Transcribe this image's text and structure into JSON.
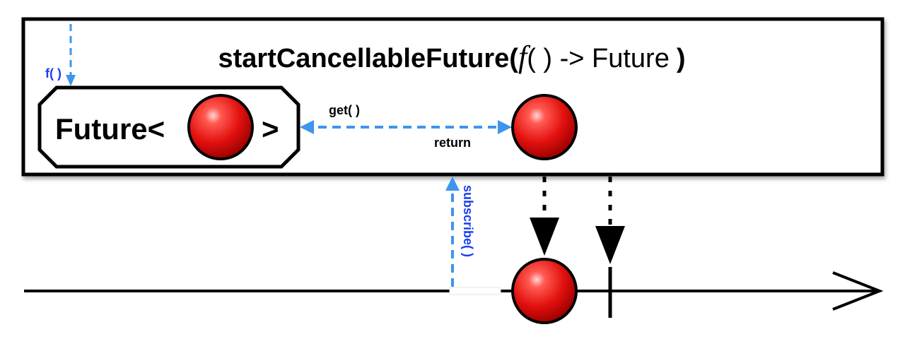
{
  "operator": {
    "name": "startCancellableFuture(",
    "fn_symbol": "f",
    "signature_rest": "( ) -> Future",
    "close_paren": ")"
  },
  "future_box": {
    "prefix": "Future<",
    "suffix": ">"
  },
  "labels": {
    "f_call": "f( )",
    "get": "get( )",
    "return": "return",
    "subscribe": "subscribe( )"
  },
  "colors": {
    "marble": "#e3110f",
    "arrow_blue": "#3d95ee",
    "label_blue": "#1a3ff0",
    "line": "#000000"
  }
}
